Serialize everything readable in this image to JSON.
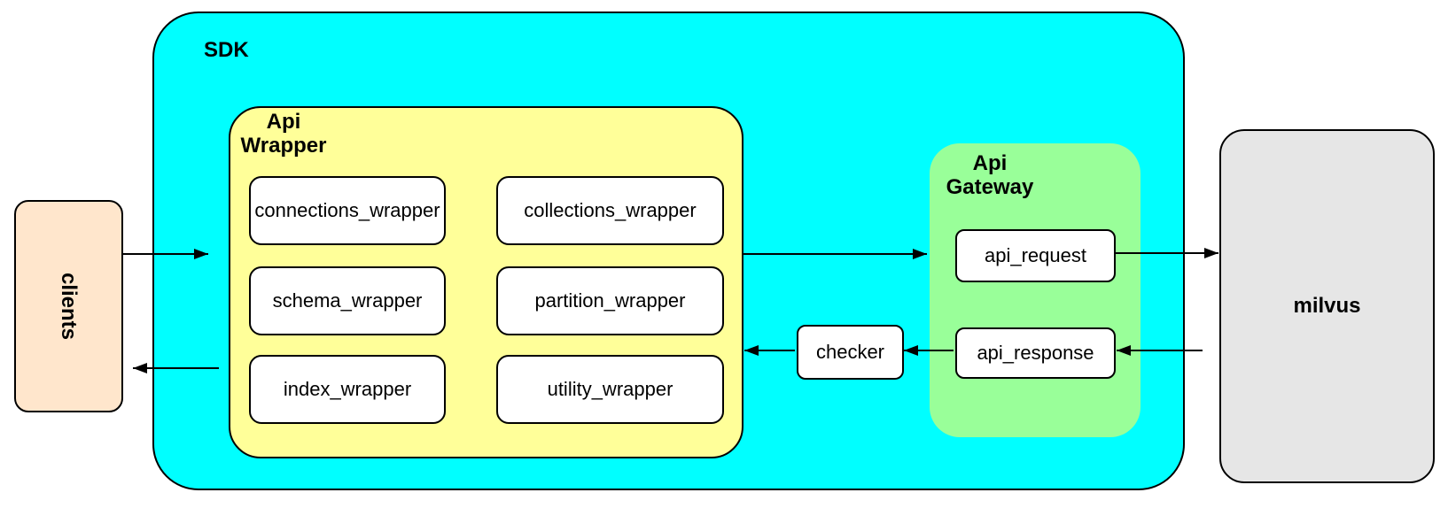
{
  "colors": {
    "canvas": "#ffffff",
    "sdk": "#00ffff",
    "wrapper": "#ffff99",
    "gateway": "#99ff99",
    "clients": "#ffe6cc",
    "milvus": "#e6e6e6",
    "node": "#ffffff",
    "border": "#000000",
    "arrow": "#000000"
  },
  "nodes": {
    "clients": "clients",
    "sdk": "SDK",
    "api_wrapper": "Api\nWrapper",
    "wrapper_children": [
      "connections_wrapper",
      "collections_wrapper",
      "schema_wrapper",
      "partition_wrapper",
      "index_wrapper",
      "utility_wrapper"
    ],
    "checker": "checker",
    "api_gateway": "Api\nGateway",
    "api_request": "api_request",
    "api_response": "api_response",
    "milvus": "milvus"
  }
}
